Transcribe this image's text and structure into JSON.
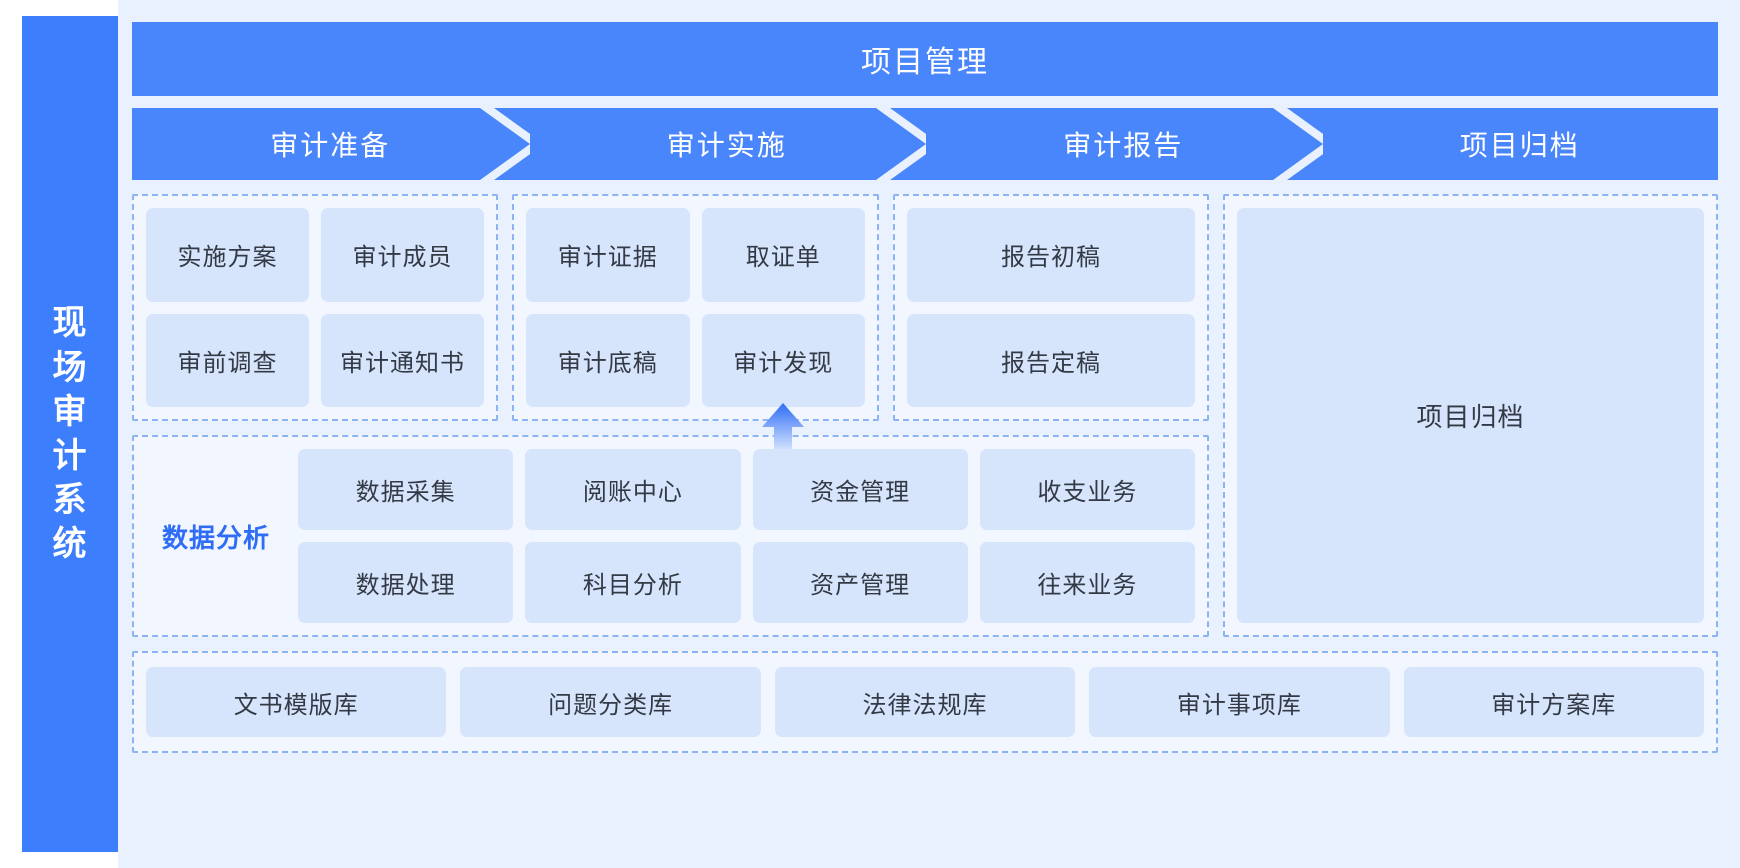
{
  "brand": {
    "title": "现场审计系统"
  },
  "header": {
    "title": "项目管理"
  },
  "phases": [
    {
      "label": "审计准备"
    },
    {
      "label": "审计实施"
    },
    {
      "label": "审计报告"
    },
    {
      "label": "项目归档"
    }
  ],
  "groups": {
    "preparation": {
      "cards": [
        "实施方案",
        "审计成员",
        "审前调查",
        "审计通知书"
      ]
    },
    "implementation": {
      "cards": [
        "审计证据",
        "取证单",
        "审计底稿",
        "审计发现"
      ]
    },
    "report": {
      "cards": [
        "报告初稿",
        "报告定稿"
      ]
    },
    "archive": {
      "card": "项目归档"
    }
  },
  "analysis": {
    "label": "数据分析",
    "cards": [
      "数据采集",
      "阅账中心",
      "资金管理",
      "收支业务",
      "数据处理",
      "科目分析",
      "资产管理",
      "往来业务"
    ]
  },
  "library": {
    "cards": [
      "文书模版库",
      "问题分类库",
      "法律法规库",
      "审计事项库",
      "审计方案库"
    ]
  },
  "colors": {
    "brand_blue": "#3d7efc",
    "bar_blue": "#4a86fb",
    "panel_bg": "#eaf1fe",
    "card_bg": "#d6e5fc",
    "dash_border": "#8cb4f5",
    "accent_text": "#2f6df6",
    "card_text": "#333a45"
  },
  "icons": {
    "chevron_separator": "chevron-right-icon",
    "flow_arrow": "arrow-up-icon"
  }
}
